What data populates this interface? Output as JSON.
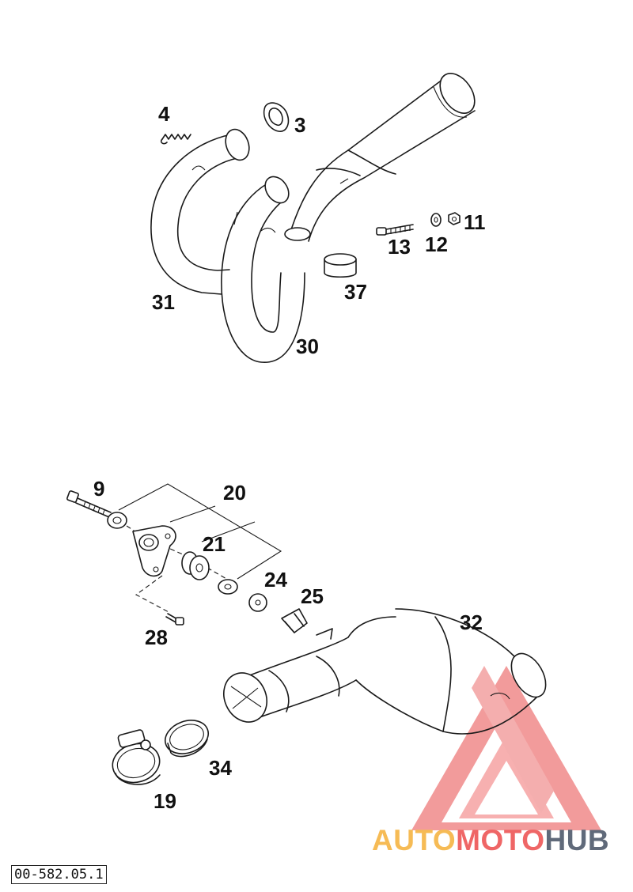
{
  "labels": {
    "p4": "4",
    "p3": "3",
    "p11": "11",
    "p13": "13",
    "p12": "12",
    "p37": "37",
    "p31": "31",
    "p30": "30",
    "p9": "9",
    "p20": "20",
    "p21": "21",
    "p24": "24",
    "p25": "25",
    "p28": "28",
    "p32": "32",
    "p34": "34",
    "p19": "19"
  },
  "drawing_ref": "00-582.05.1",
  "watermark": {
    "part1": "AUTO",
    "part2": "MOTO",
    "part3": "HUB"
  },
  "colors": {
    "line": "#1a1a1a",
    "wm_orange": "#f6bb55",
    "wm_red": "#ef6666",
    "wm_gray": "#606a7a"
  }
}
